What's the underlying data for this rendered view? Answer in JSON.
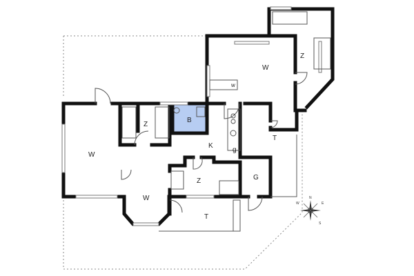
{
  "rooms": {
    "living_west": "W",
    "living_north": "W",
    "living_south": "W",
    "bedroom_top": "Z",
    "bedroom_middle": "Z",
    "bedroom_south": "Z",
    "bathroom": "B",
    "kitchen": "K",
    "terrace_east": "T",
    "terrace_south": "T",
    "garage": "G",
    "utility_g": "g",
    "utility_w": "w"
  },
  "compass": {
    "n": "N",
    "s": "S",
    "e": "E",
    "w": "W"
  },
  "colors": {
    "bathroom_fill": "#b7cdf2",
    "wall": "#111111"
  }
}
